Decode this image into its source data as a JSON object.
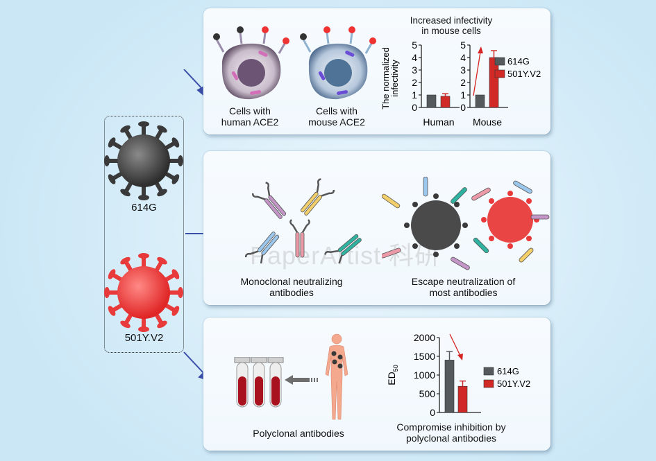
{
  "variants": {
    "box_title": "",
    "items": [
      {
        "name": "614G",
        "color": "#4a4a4a"
      },
      {
        "name": "501Y.V2",
        "color": "#e8393a"
      }
    ]
  },
  "panel1": {
    "cell_human_label_1": "Cells with",
    "cell_human_label_2": "human ACE2",
    "cell_mouse_label_1": "Cells with",
    "cell_mouse_label_2": "mouse ACE2",
    "chart_title_1": "Increased infectivity",
    "chart_title_2": "in mouse cells"
  },
  "panel2": {
    "mono_label_1": "Monoclonal neutralizing",
    "mono_label_2": "antibodies",
    "escape_label_1": "Escape neutralization of",
    "escape_label_2": "most antibodies"
  },
  "panel3": {
    "poly_label": "Polyclonal antibodies",
    "chart_caption_1": "Compromise inhibition by",
    "chart_caption_2": "polyclonal antibodies"
  },
  "watermark": "PaperArtist 科研",
  "colors": {
    "gray_bar": "#555a5c",
    "red_bar": "#d12a26",
    "arrow_blue": "#3a4ea8",
    "annotation_red": "#d62424"
  },
  "chart_data": [
    {
      "type": "bar",
      "title": "Increased infectivity in mouse cells",
      "ylabel": "The normalized infectivity",
      "xlabel": "",
      "categories": [
        "Human",
        "Mouse"
      ],
      "series": [
        {
          "name": "614G",
          "values": [
            1.0,
            1.0
          ],
          "errors": [
            0,
            0
          ]
        },
        {
          "name": "501Y.V2",
          "values": [
            0.9,
            4.0
          ],
          "errors": [
            0.2,
            0.55
          ]
        }
      ],
      "ylim": [
        0,
        5
      ],
      "yticks": [
        0,
        1,
        2,
        3,
        4,
        5
      ],
      "legend": "right",
      "annotation": "red arrow rising from 614G to 501Y.V2 in Mouse",
      "grid": false
    },
    {
      "type": "bar",
      "title": "Compromise inhibition by polyclonal antibodies",
      "ylabel": "ED50",
      "xlabel": "",
      "categories": [
        "614G",
        "501Y.V2"
      ],
      "values": [
        1400,
        700
      ],
      "errors": [
        230,
        140
      ],
      "ylim": [
        0,
        2000
      ],
      "yticks": [
        0,
        500,
        1000,
        1500,
        2000
      ],
      "legend": "right",
      "legend_entries": [
        "614G",
        "501Y.V2"
      ],
      "annotation": "red arrow descending from 614G to 501Y.V2",
      "grid": false
    }
  ]
}
